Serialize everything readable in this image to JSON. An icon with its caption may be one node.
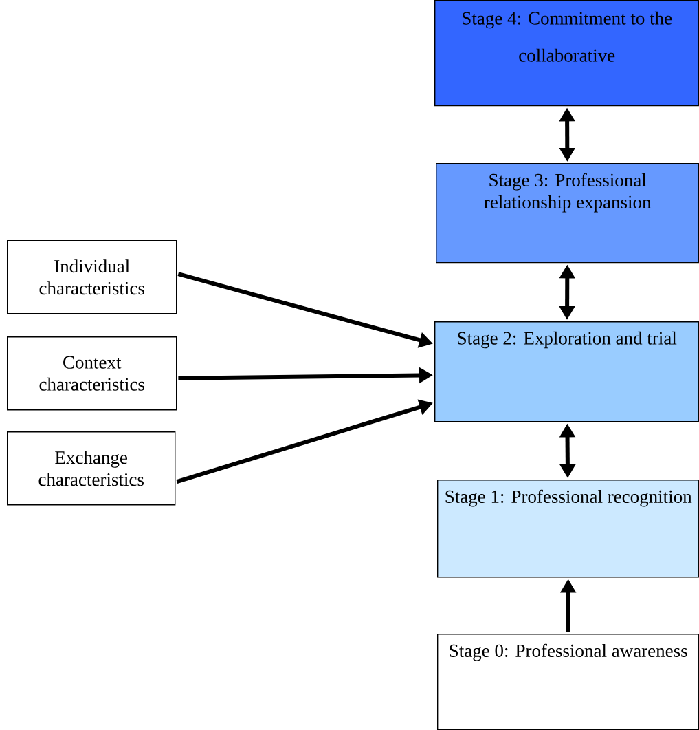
{
  "diagram": {
    "nodes": [
      {
        "text": [
          "Stage 4: Commitment to the collaborative"
        ]
      },
      {
        "text": [
          "Stage 3: Professional relationship expansion"
        ]
      },
      {
        "text": [
          "Stage 2: Exploration and trial"
        ]
      },
      {
        "text": [
          "Stage 1: Professional recognition"
        ]
      },
      {
        "text": [
          "Stage 0: Professional awareness"
        ]
      },
      {
        "text": [
          "Individual characteristics"
        ]
      },
      {
        "text": [
          "Context characteristics"
        ]
      },
      {
        "text": [
          "Exchange characteristics"
        ]
      }
    ],
    "edges": [
      {
        "from": 0,
        "to": 1,
        "arrow": "both"
      },
      {
        "from": 1,
        "to": 2,
        "arrow": "both"
      },
      {
        "from": 2,
        "to": 3,
        "arrow": "both"
      },
      {
        "from": 4,
        "to": 3,
        "arrow": "to"
      },
      {
        "from": 5,
        "to": 2,
        "arrow": "to"
      },
      {
        "from": 6,
        "to": 2,
        "arrow": "to"
      },
      {
        "from": 7,
        "to": 2,
        "arrow": "to"
      }
    ]
  }
}
